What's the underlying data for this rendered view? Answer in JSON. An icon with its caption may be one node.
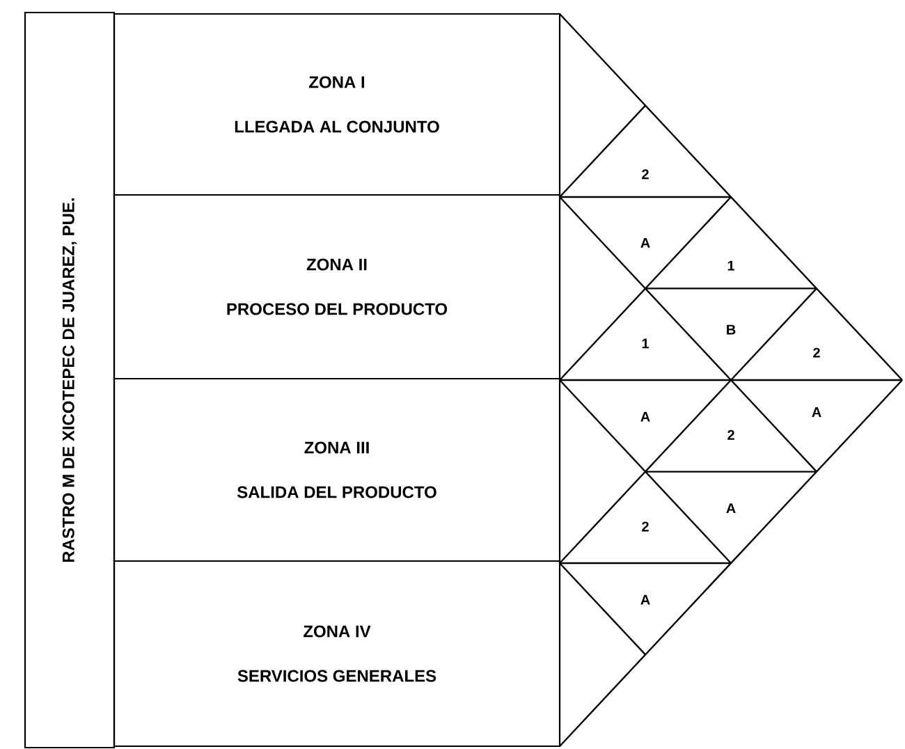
{
  "diagram": {
    "nodes": [
      {
        "text": [
          "RASTRO M DE XICOTEPEC DE JUAREZ, PUE."
        ]
      },
      {
        "text": [
          "ZONA I",
          "LLEGADA AL CONJUNTO"
        ]
      },
      {
        "text": [
          "ZONA II",
          "PROCESO DEL PRODUCTO"
        ]
      },
      {
        "text": [
          "ZONA III",
          "SALIDA DEL PRODUCTO"
        ]
      },
      {
        "text": [
          "ZONA IV",
          "SERVICIOS GENERALES"
        ]
      }
    ],
    "labels": [
      "2",
      "A",
      "1",
      "1",
      "B",
      "2",
      "A",
      "2",
      "A",
      "2",
      "A",
      "A"
    ]
  }
}
